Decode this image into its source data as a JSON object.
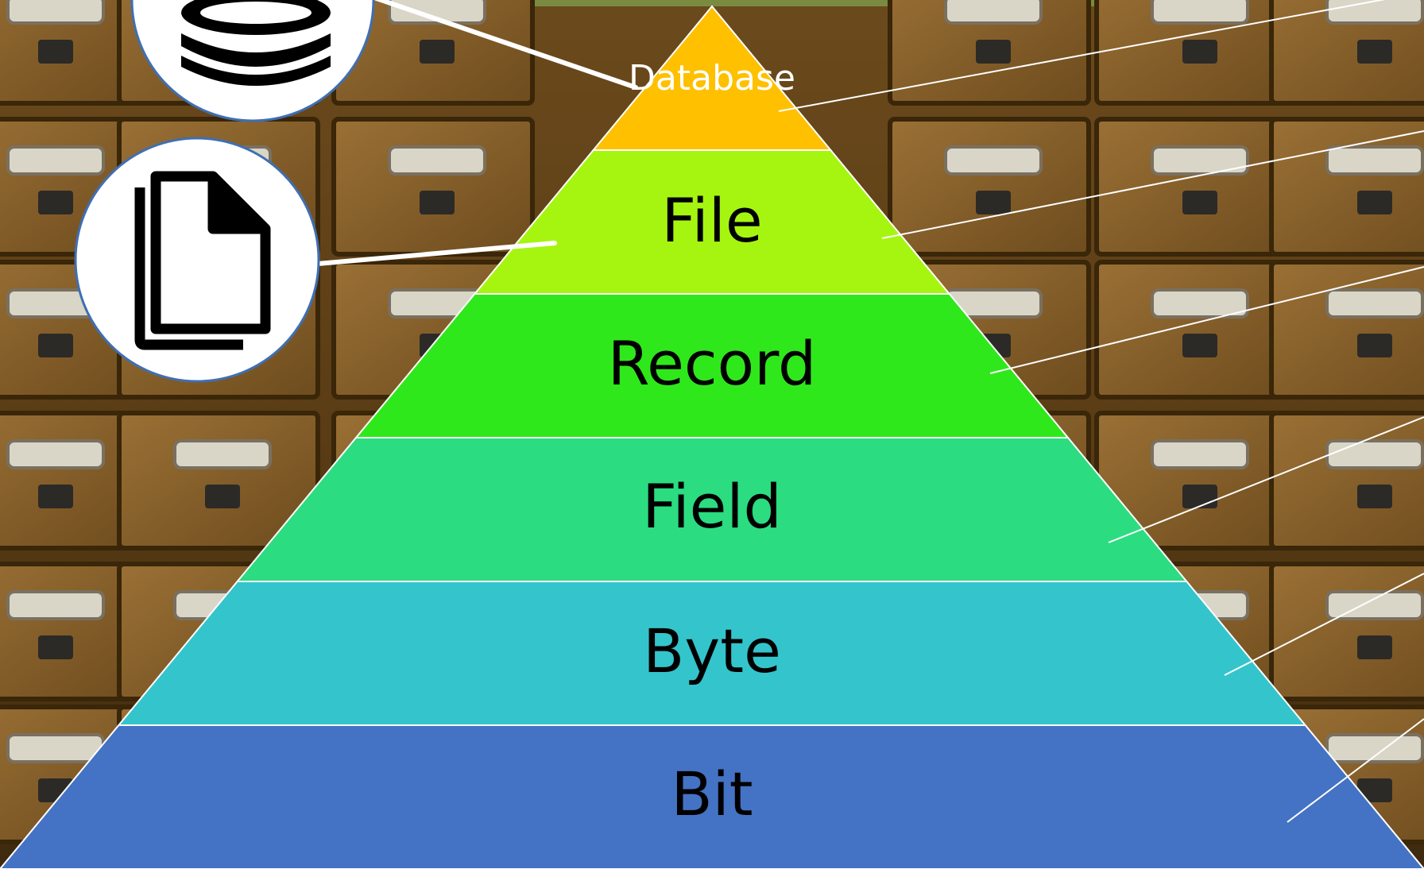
{
  "diagram": {
    "type": "pyramid-hierarchy",
    "levels": [
      {
        "label": "Database",
        "color": "#ffc000",
        "text_color": "#ffffff"
      },
      {
        "label": "File",
        "color": "#a6f510",
        "text_color": "#000000"
      },
      {
        "label": "Record",
        "color": "#2fe81b",
        "text_color": "#000000"
      },
      {
        "label": "Field",
        "color": "#2bdc80",
        "text_color": "#000000"
      },
      {
        "label": "Byte",
        "color": "#34c4cc",
        "text_color": "#000000"
      },
      {
        "label": "Bit",
        "color": "#4472c4",
        "text_color": "#000000"
      }
    ],
    "icons": [
      {
        "name": "database-icon",
        "attached_to": "Database"
      },
      {
        "name": "document-icon",
        "attached_to": "File"
      }
    ],
    "background": "card-catalog-drawers-photo",
    "divider_color": "#ffffff"
  }
}
